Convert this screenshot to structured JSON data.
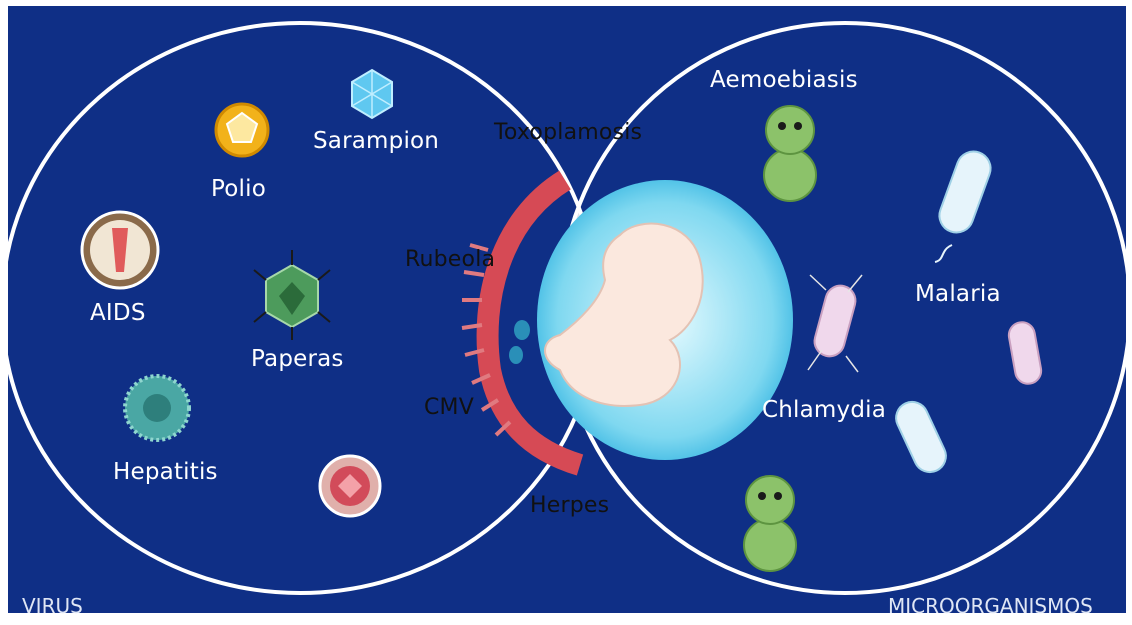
{
  "labels": {
    "virus_corner": "VIRUS",
    "micro_corner": "MICROORGANISMOS",
    "polio": "Polio",
    "sarampion": "Sarampion",
    "aids": "AIDS",
    "paperas": "Paperas",
    "hepatitis": "Hepatitis",
    "toxoplamosis": "Toxoplamosis",
    "rubeola": "Rubeola",
    "cmv": "CMV",
    "herpes": "Herpes",
    "aemoebiasis": "Aemoebiasis",
    "malaria": "Malaria",
    "chlamydia": "Chlamydia"
  },
  "colors": {
    "background": "#0f2f86",
    "frame": "#ffffff",
    "circle_stroke": "#ffffff",
    "overlap_fill": "#dfe3ec"
  }
}
